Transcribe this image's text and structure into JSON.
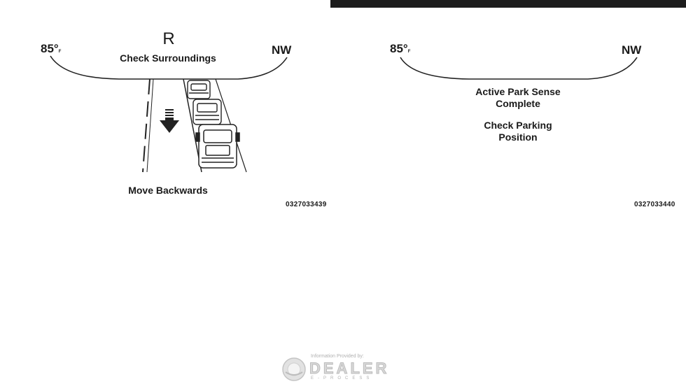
{
  "left_panel": {
    "temperature": "85°",
    "temp_unit": "F",
    "direction": "NW",
    "gear": "R",
    "status": "Check Surroundings",
    "instruction": "Move Backwards",
    "figure_code": "0327033439"
  },
  "right_panel": {
    "temperature": "85°",
    "temp_unit": "F",
    "direction": "NW",
    "message_line1": "Active Park Sense",
    "message_line2": "Complete",
    "message_line3": "Check Parking",
    "message_line4": "Position",
    "figure_code": "0327033440"
  },
  "footer": {
    "provided_by": "Information Provided by:",
    "brand": "DEALER",
    "brand_sub": "E-PROCESS"
  }
}
